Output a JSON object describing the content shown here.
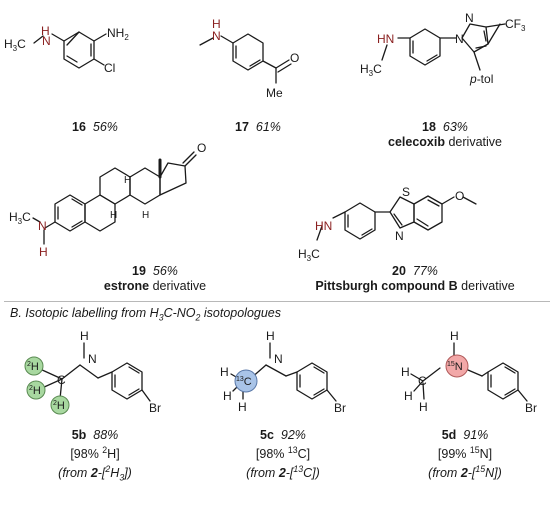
{
  "compounds_top": [
    {
      "id": "16",
      "number": "16",
      "yield": "56%",
      "note": ""
    },
    {
      "id": "17",
      "number": "17",
      "yield": "61%",
      "note": ""
    },
    {
      "id": "18",
      "number": "18",
      "yield": "63%",
      "note_bold": "celecoxib",
      "note": "derivative"
    },
    {
      "id": "19",
      "number": "19",
      "yield": "56%",
      "note_bold": "estrone",
      "note": "derivative"
    },
    {
      "id": "20",
      "number": "20",
      "yield": "77%",
      "note_bold": "Pittsburgh compound B",
      "note": "derivative"
    }
  ],
  "section_b": {
    "title_pre": "B. Isotopic labelling from H",
    "title_sub1": "3",
    "title_mid": "C-NO",
    "title_sub2": "2",
    "title_post": " isotopologues"
  },
  "compounds_iso": [
    {
      "id": "5b",
      "number": "5b",
      "yield": "88%",
      "purity_pre": "[98% ",
      "purity_sup": "2",
      "purity_el": "H]",
      "from_pre": "(from ",
      "from_num": "2",
      "from_mid": "-[",
      "from_sup": "2",
      "from_el": "H",
      "from_sub": "3",
      "from_post": "])"
    },
    {
      "id": "5c",
      "number": "5c",
      "yield": "92%",
      "purity_pre": "[98% ",
      "purity_sup": "13",
      "purity_el": "C]",
      "from_pre": "(from ",
      "from_num": "2",
      "from_mid": "-[",
      "from_sup": "13",
      "from_el": "C",
      "from_sub": "",
      "from_post": "])"
    },
    {
      "id": "5d",
      "number": "5d",
      "yield": "91%",
      "purity_pre": "[99% ",
      "purity_sup": "15",
      "purity_el": "N]",
      "from_pre": "(from ",
      "from_num": "2",
      "from_mid": "-[",
      "from_sup": "15",
      "from_el": "N",
      "from_sub": "",
      "from_post": "])"
    }
  ],
  "atom_labels": {
    "h3c": "H3C",
    "h": "H",
    "n": "N",
    "hn": "HN",
    "nh2": "NH2",
    "cl": "Cl",
    "o": "O",
    "me": "Me",
    "cf3": "CF3",
    "ptol": "p-tol",
    "s": "S",
    "ome": "O",
    "br": "Br",
    "d": "2H",
    "c13": "13C",
    "n15": "15N"
  },
  "colors": {
    "nitrogen_red": "#8a1f1f",
    "deuterium_green": "#a8d8a0",
    "carbon13_blue": "#a9c4e8",
    "nitrogen15_red": "#f2a8a8",
    "divider": "#b8b8b8"
  }
}
